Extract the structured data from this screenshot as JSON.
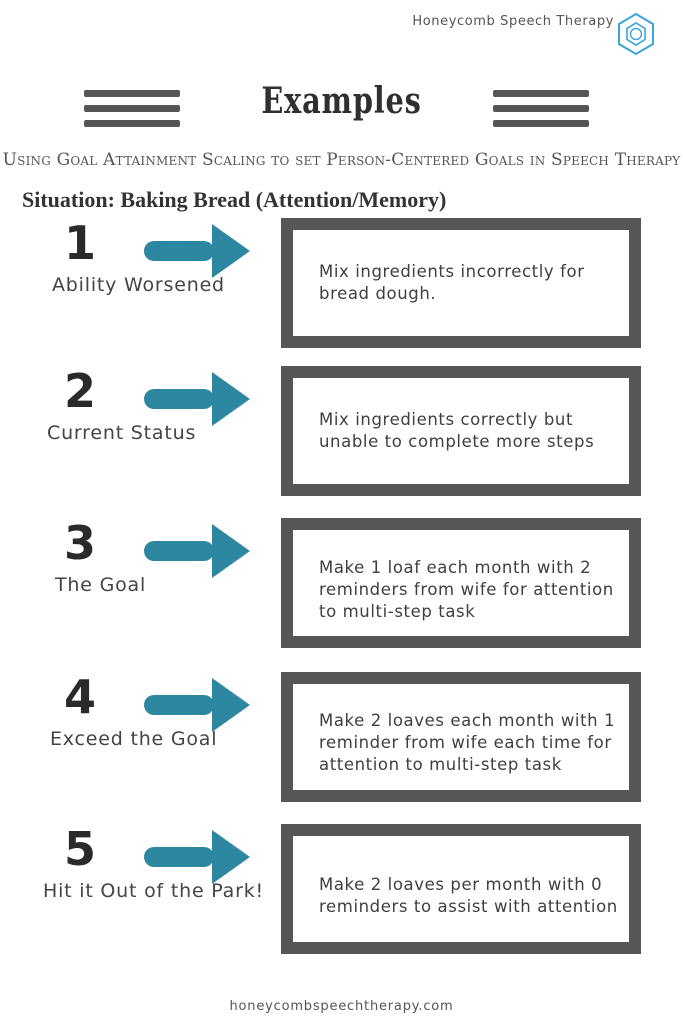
{
  "brand": {
    "name": "Honeycomb Speech Therapy",
    "logo_icon": "hexagon-logo-icon",
    "accent": "#3aa4d8"
  },
  "header": {
    "title": "Examples",
    "subtitle": "Using Goal Attainment Scaling to set Person-Centered Goals in Speech Therapy"
  },
  "situation": "Situation: Baking Bread (Attention/Memory)",
  "arrow_color": "#2e87a0",
  "levels": [
    {
      "number": "1",
      "label": "Ability Worsened",
      "text": "Mix ingredients incorrectly for bread dough."
    },
    {
      "number": "2",
      "label": "Current Status",
      "text": "Mix ingredients correctly but unable to complete more steps"
    },
    {
      "number": "3",
      "label": "The Goal",
      "text": "Make 1 loaf each month with 2 reminders from wife for attention to multi-step task"
    },
    {
      "number": "4",
      "label": "Exceed the Goal",
      "text": "Make 2 loaves each month with 1 reminder from wife each time for attention to multi-step task"
    },
    {
      "number": "5",
      "label": "Hit it Out of the Park!",
      "text": "Make 2 loaves per month with 0 reminders to assist with attention"
    }
  ],
  "footer": "honeycombspeechtherapy.com"
}
